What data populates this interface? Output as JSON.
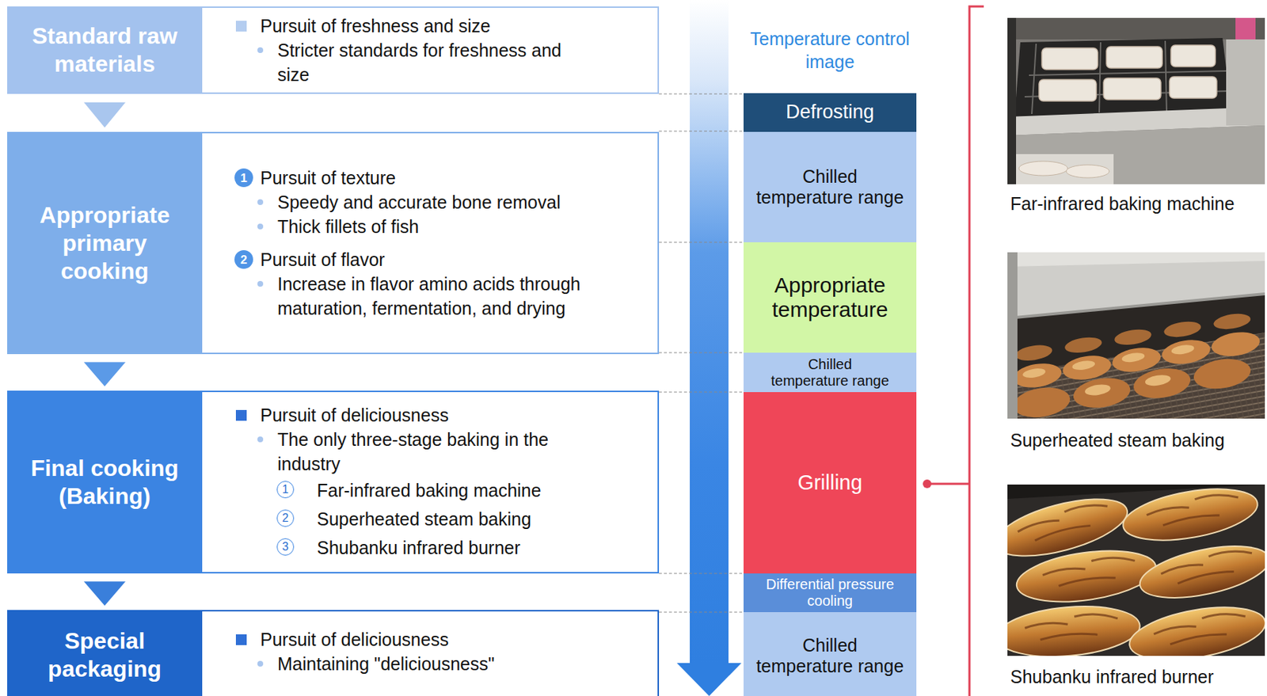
{
  "diagram": {
    "nodes": [
      {
        "text": [
          "Standard raw materials",
          "Pursuit of freshness and size",
          "Stricter standards for freshness and size"
        ]
      },
      {
        "text": [
          "Appropriate primary cooking",
          "Pursuit of texture",
          "Speedy and accurate bone removal",
          "Thick fillets of fish",
          "Pursuit of flavor",
          "Increase in flavor amino acids through maturation, fermentation, and drying"
        ]
      },
      {
        "text": [
          "Final cooking (Baking)",
          "Pursuit of deliciousness",
          "The only three-stage baking in the industry",
          "Far-infrared baking machine",
          "Superheated steam baking",
          "Shubanku infrared burner"
        ]
      },
      {
        "text": [
          "Special packaging",
          "Pursuit of deliciousness",
          "Maintaining \"deliciousness\""
        ]
      },
      {
        "text": [
          "Defrosting"
        ]
      },
      {
        "text": [
          "Chilled temperature range"
        ]
      },
      {
        "text": [
          "Appropriate temperature"
        ]
      },
      {
        "text": [
          "Chilled temperature range"
        ]
      },
      {
        "text": [
          "Grilling"
        ]
      },
      {
        "text": [
          "Differential pressure cooling"
        ]
      },
      {
        "text": [
          "Chilled temperature range"
        ]
      },
      {
        "text": [
          "Far-infrared baking machine"
        ]
      },
      {
        "text": [
          "Superheated steam baking"
        ]
      },
      {
        "text": [
          "Shubanku infrared burner"
        ]
      }
    ],
    "edges": [
      {
        "from": 0,
        "to": 1,
        "arrow": "to"
      },
      {
        "from": 1,
        "to": 2,
        "arrow": "to"
      },
      {
        "from": 2,
        "to": 3,
        "arrow": "to"
      }
    ],
    "labels": [
      "Temperature control image",
      "1",
      "2",
      "1",
      "2",
      "3"
    ]
  }
}
